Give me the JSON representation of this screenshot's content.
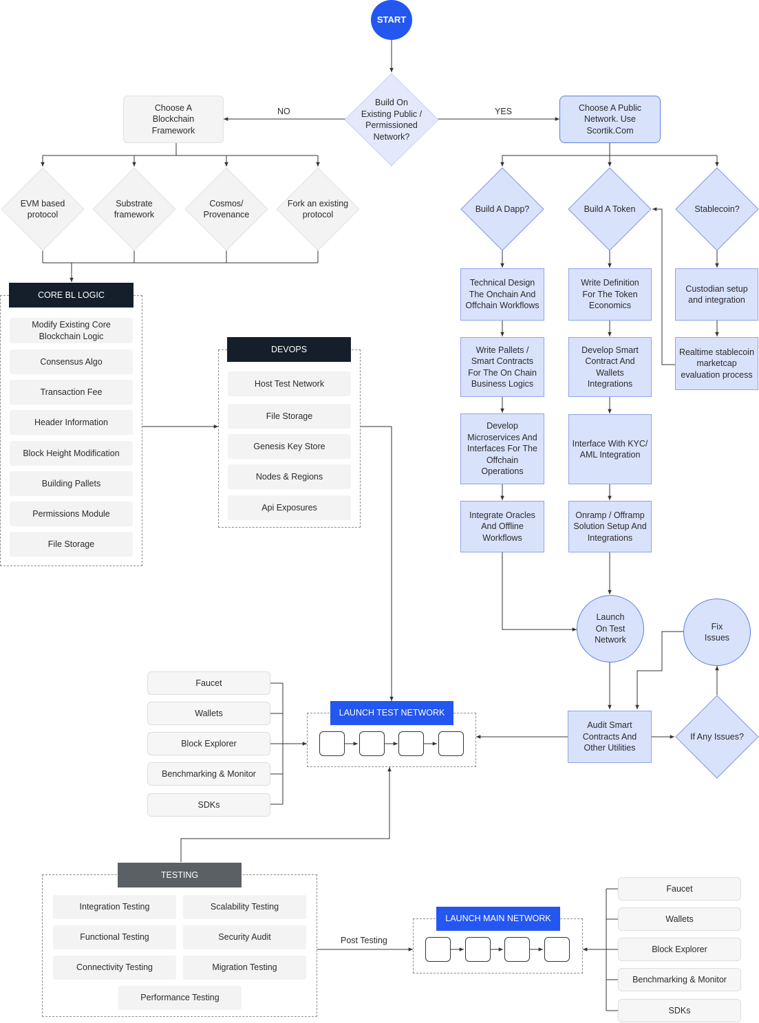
{
  "start": "START",
  "decision_main": "Build On Existing Public / Permissioned Network?",
  "edge_no": "NO",
  "edge_yes": "YES",
  "choose_framework": "Choose A Blockchain Framework",
  "choose_public": "Choose A Public Network. Use Scortik.Com",
  "frameworks": [
    "EVM based protocol",
    "Substrate framework",
    "Cosmos/ Provenance",
    "Fork an existing protocol"
  ],
  "core": {
    "title": "CORE BL LOGIC",
    "items": [
      "Modify Existing Core Blockchain Logic",
      "Consensus Algo",
      "Transaction Fee",
      "Header Information",
      "Block Height Modification",
      "Building Pallets",
      "Permissions Module",
      "File Storage"
    ]
  },
  "devops": {
    "title": "DEVOPS",
    "items": [
      "Host Test Network",
      "File Storage",
      "Genesis Key Store",
      "Nodes & Regions",
      "Api Exposures"
    ]
  },
  "branches": {
    "dapp": "Build A Dapp?",
    "token": "Build A Token",
    "stable": "Stablecoin?"
  },
  "dapp_steps": [
    "Technical Design The Onchain And Offchain Workflows",
    "Write Pallets / Smart Contracts For The On Chain Business Logics",
    "Develop Microservices And Interfaces For The Offchain Operations",
    "Integrate Oracles And Offline Workflows"
  ],
  "token_steps": [
    "Write Definition For The Token Economics",
    "Develop Smart Contract And Wallets Integrations",
    "Interface With KYC/ AML Integration",
    "Onramp / Offramp Solution Setup And Integrations"
  ],
  "stable_steps": [
    "Custodian setup and integration",
    "Realtime stablecoin marketcap evaluation process"
  ],
  "launch_test_circle": "Launch On Test Network",
  "fix_issues": "Fix Issues",
  "audit": "Audit Smart Contracts And Other Utilities",
  "any_issues": "If Any Issues?",
  "test_tools": [
    "Faucet",
    "Wallets",
    "Block Explorer",
    "Benchmarking & Monitor",
    "SDKs"
  ],
  "launch_test_network": "LAUNCH TEST NETWORK",
  "testing": {
    "title": "TESTING",
    "items": [
      "Integration Testing",
      "Scalability Testing",
      "Functional Testing",
      "Security Audit",
      "Connectivity Testing",
      "Migration Testing",
      "Performance Testing"
    ]
  },
  "post_testing": "Post Testing",
  "launch_main_network": "LAUNCH MAIN NETWORK",
  "main_tools": [
    "Faucet",
    "Wallets",
    "Block Explorer",
    "Benchmarking & Monitor",
    "SDKs"
  ],
  "colors": {
    "accent": "#2456f0",
    "box_blue_fill": "#d9e2fb",
    "box_blue_stroke": "#8da4e6",
    "dark_header": "#141f2b",
    "slate_header": "#5a6066",
    "grey_box": "#f4f4f5"
  }
}
